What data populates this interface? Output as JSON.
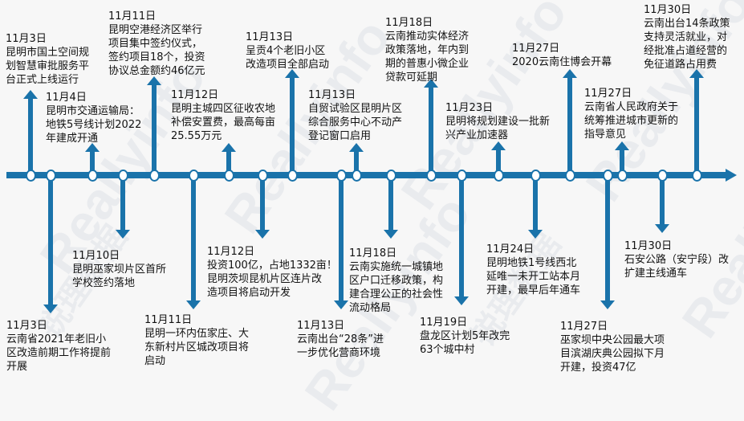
{
  "watermark": [
    "Reallyinfo",
    "锐理数据"
  ],
  "colors": {
    "accent": "#1a73aa",
    "background": "#f7f7f7"
  },
  "events_top": [
    {
      "date": "11月3日",
      "text": "昆明市国土空间规\n划智慧审批服务平\n台正式上线运行"
    },
    {
      "date": "11月4日",
      "text": "昆明市交通运输局：\n地铁5号线计划2022\n年建成开通"
    },
    {
      "date": "11月11日",
      "text": "昆明空港经济区举行\n项目集中签约仪式，\n签约项目18个，投资\n协议总金额约46亿元"
    },
    {
      "date": "11月12日",
      "text": "昆明主城四区征收农地\n补偿安置费，最高每亩\n25.55万元"
    },
    {
      "date": "11月13日",
      "text": "呈贡4个老旧小区\n改造项目全部启动"
    },
    {
      "date": "11月13日",
      "text": "自贸试验区昆明片区\n综合服务中心不动产\n登记窗口启用"
    },
    {
      "date": "11月18日",
      "text": "云南推动实体经济\n政策落地，年内到\n期的普惠小微企业\n贷款可延期"
    },
    {
      "date": "11月23日",
      "text": "昆明将规划建设一批新\n兴产业加速器"
    },
    {
      "date": "11月27日",
      "text": "2020云南住博会开幕"
    },
    {
      "date": "11月27日",
      "text": "云南省人民政府关于\n统筹推进城市更新的\n指导意见"
    },
    {
      "date": "11月30日",
      "text": "云南出台14条政策\n支持灵活就业，对\n经批准占道经营的\n免征道路占用费"
    }
  ],
  "events_bottom": [
    {
      "date": "11月3日",
      "text": " 云南省2021年老旧小\n区改造前期工作将提前\n开展"
    },
    {
      "date": "11月10日",
      "text": "昆明巫家坝片区首所\n学校签约落地"
    },
    {
      "date": "11月11日",
      "text": "昆明一环内伍家庄、大\n东新村片区城改项目将\n启动"
    },
    {
      "date": "11月12日",
      "text": "投资100亿，占地1332亩！\n昆明茨坝昆机片区连片改\n造项目将启动开发"
    },
    {
      "date": "11月13日",
      "text": "云南出台“28条”进\n一步优化营商环境"
    },
    {
      "date": "11月18日",
      "text": "云南实施统一城镇地\n区户口迁移政策，构\n建合理公正的社会性\n流动格局"
    },
    {
      "date": "11月19日",
      "text": "盘龙区计划5年改完\n63个城中村"
    },
    {
      "date": "11月24日",
      "text": "昆明地铁1号线西北\n延唯一未开工站本月\n开建，最早后年通车"
    },
    {
      "date": "11月27日",
      "text": "巫家坝中央公园最大项\n目滨湖庆典公园拟下月\n开建，投资47亿"
    },
    {
      "date": "11月30日",
      "text": " 石安公路（安宁段）改\n扩建主线通车"
    }
  ]
}
